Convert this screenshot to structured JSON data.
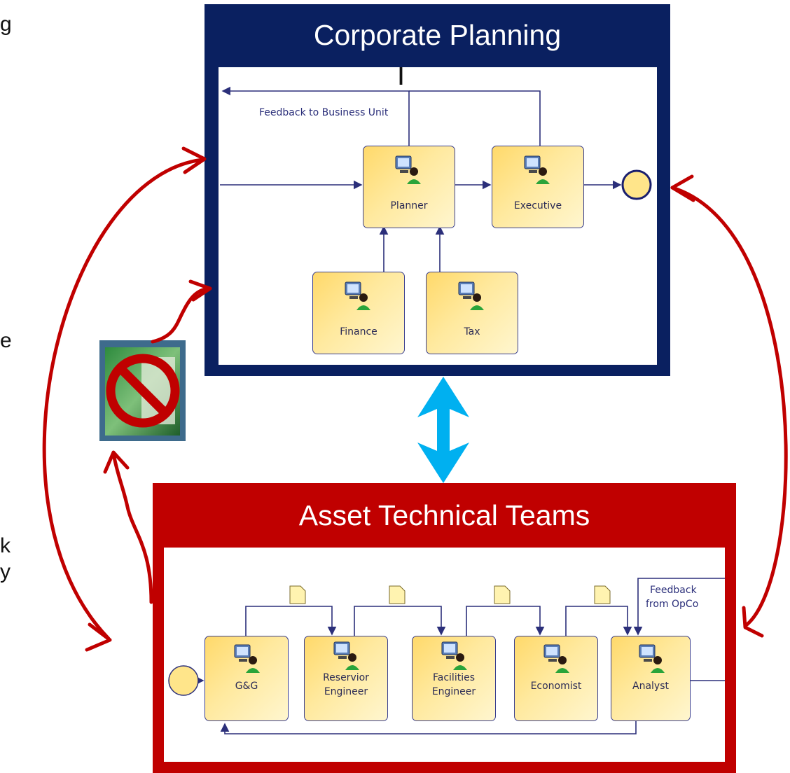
{
  "left_text_fragments": [
    "g",
    "e",
    "k",
    "y"
  ],
  "corporate_planning": {
    "title": "Corporate Planning",
    "title_overflow_char": "T",
    "feedback_label": "Feedback to Business Unit",
    "tasks": [
      {
        "id": "planner",
        "label": "Planner"
      },
      {
        "id": "executive",
        "label": "Executive"
      },
      {
        "id": "finance",
        "label": "Finance"
      },
      {
        "id": "tax",
        "label": "Tax"
      }
    ]
  },
  "asset_technical_teams": {
    "title": "Asset Technical Teams",
    "feedback_label_line1": "Feedback",
    "feedback_label_line2": "from OpCo",
    "tasks": [
      {
        "id": "gg",
        "label_line1": "G&G",
        "label_line2": ""
      },
      {
        "id": "reservoir",
        "label_line1": "Reservior",
        "label_line2": "Engineer"
      },
      {
        "id": "facilities",
        "label_line1": "Facilities",
        "label_line2": "Engineer"
      },
      {
        "id": "economist",
        "label_line1": "Economist",
        "label_line2": ""
      },
      {
        "id": "analyst",
        "label_line1": "Analyst",
        "label_line2": ""
      }
    ]
  },
  "colors": {
    "corporate_frame": "#0a2060",
    "asset_frame": "#c00000",
    "curved_arrows": "#c00000",
    "double_arrow": "#00b0f0",
    "flow_lines": "#2b2f7a"
  },
  "icons": [
    "user-workstation-icon",
    "spreadsheet-prohibited-icon",
    "document-icon",
    "end-event-circle",
    "start-event-circle"
  ]
}
